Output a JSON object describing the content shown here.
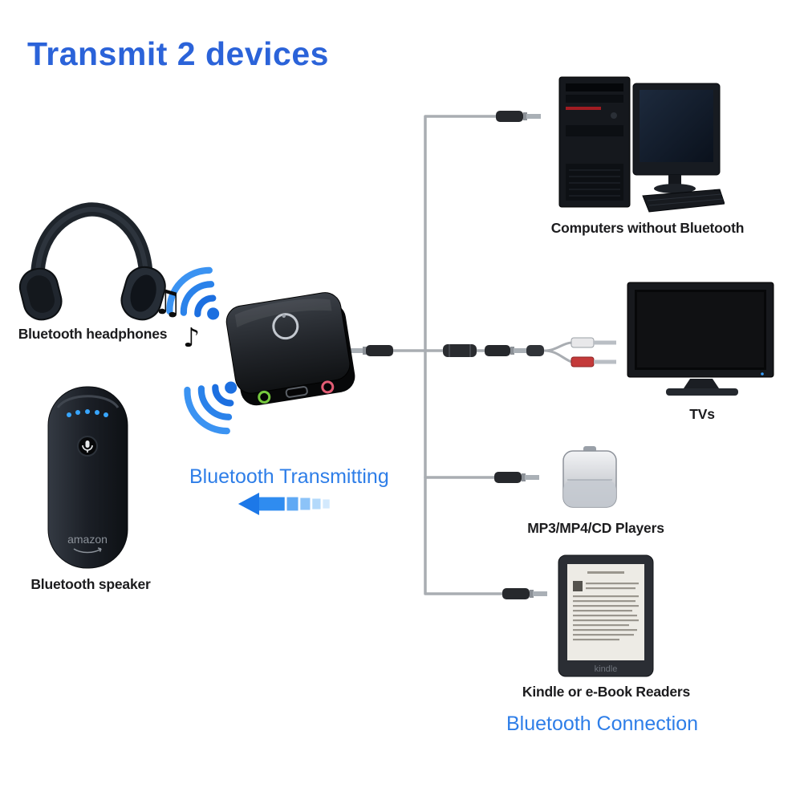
{
  "title": "Transmit 2 devices",
  "labels": {
    "headphones": "Bluetooth headphones",
    "speaker": "Bluetooth speaker",
    "transmitting": "Bluetooth Transmitting",
    "computers": "Computers without Bluetooth",
    "tvs": "TVs",
    "mp3_players": "MP3/MP4/CD Players",
    "ebook_readers": "Kindle or e-Book Readers",
    "connection": "Bluetooth Connection"
  },
  "device_text": {
    "speaker_brand": "amazon",
    "ereader_brand": "kindle"
  },
  "icons": {
    "note_double": "♫",
    "note_single": "♪",
    "signal_waves": "bluetooth-signal-waves",
    "mic": "microphone-icon",
    "pairing_button": "pairing-ring-button"
  },
  "colors": {
    "accent_blue": "#2b63d9",
    "label_blue": "#2e7ee8",
    "text_dark": "#1c1c1e",
    "signal_blue": "#1c6fe0",
    "cable_gray": "#a9adb2",
    "arrow_start": "#1c78e8",
    "arrow_end": "#d3e9fd",
    "rca_red": "#c43a3a",
    "rca_white": "#e8e8ea",
    "aux_port_green": "#76c93e",
    "aux_port_red": "#e25c74",
    "led_blue": "#38a6ff"
  }
}
